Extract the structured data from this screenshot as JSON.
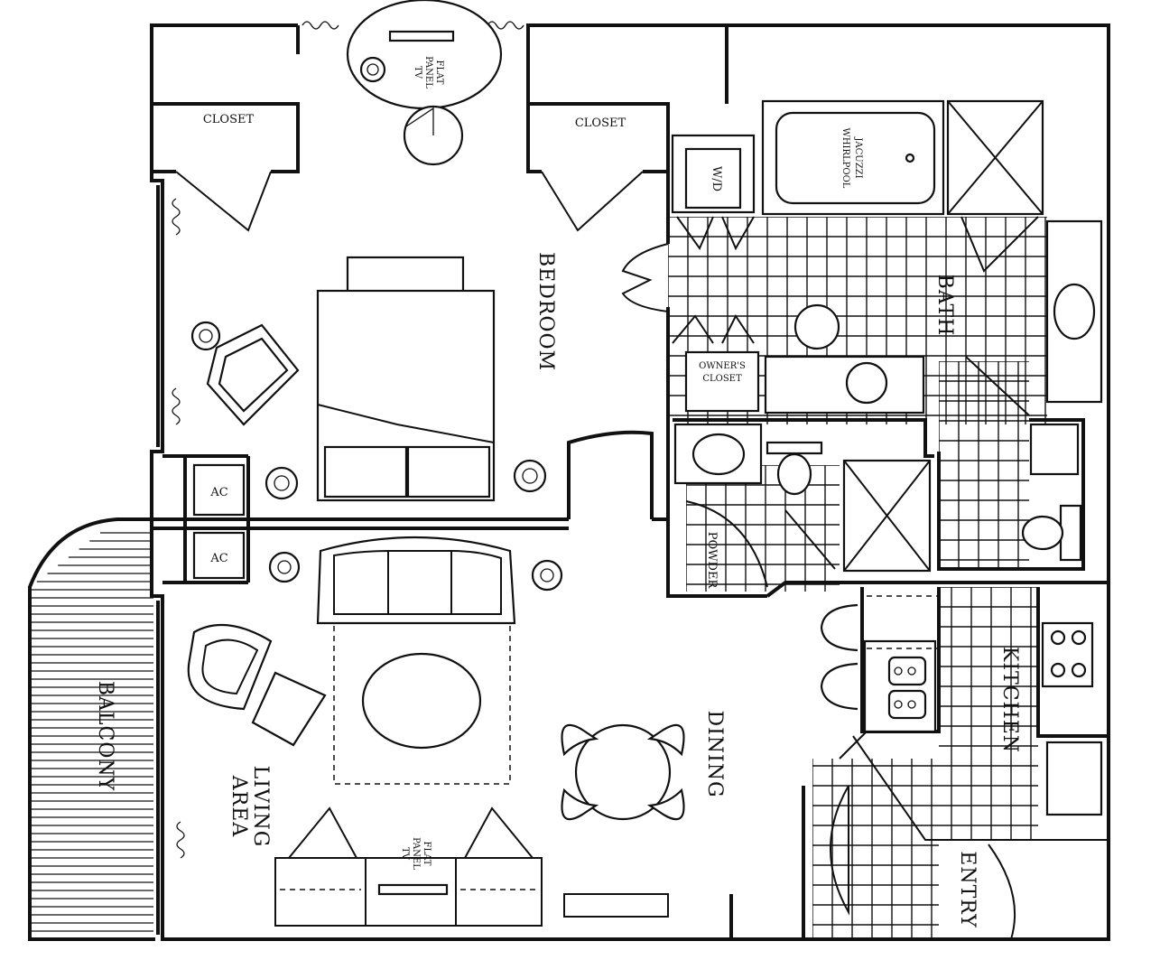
{
  "rooms": {
    "bedroom": "BEDROOM",
    "bath": "BATH",
    "powder": "POWDER",
    "kitchen": "KITCHEN",
    "dining": "DINING",
    "living_line1": "LIVING",
    "living_line2": "AREA",
    "balcony": "BALCONY",
    "entry": "ENTRY"
  },
  "fixtures": {
    "closet_left": "CLOSET",
    "closet_right": "CLOSET",
    "wd": "W/D",
    "jacuzzi_line1": "JACUZZI",
    "jacuzzi_line2": "WHIRLPOOL",
    "owners_closet_line1": "OWNER'S",
    "owners_closet_line2": "CLOSET",
    "ac_upper": "AC",
    "ac_lower": "AC",
    "tv_bedroom_line1": "FLAT",
    "tv_bedroom_line2": "PANEL",
    "tv_bedroom_line3": "TV",
    "tv_living_line1": "FLAT",
    "tv_living_line2": "PANEL",
    "tv_living_line3": "TV"
  }
}
